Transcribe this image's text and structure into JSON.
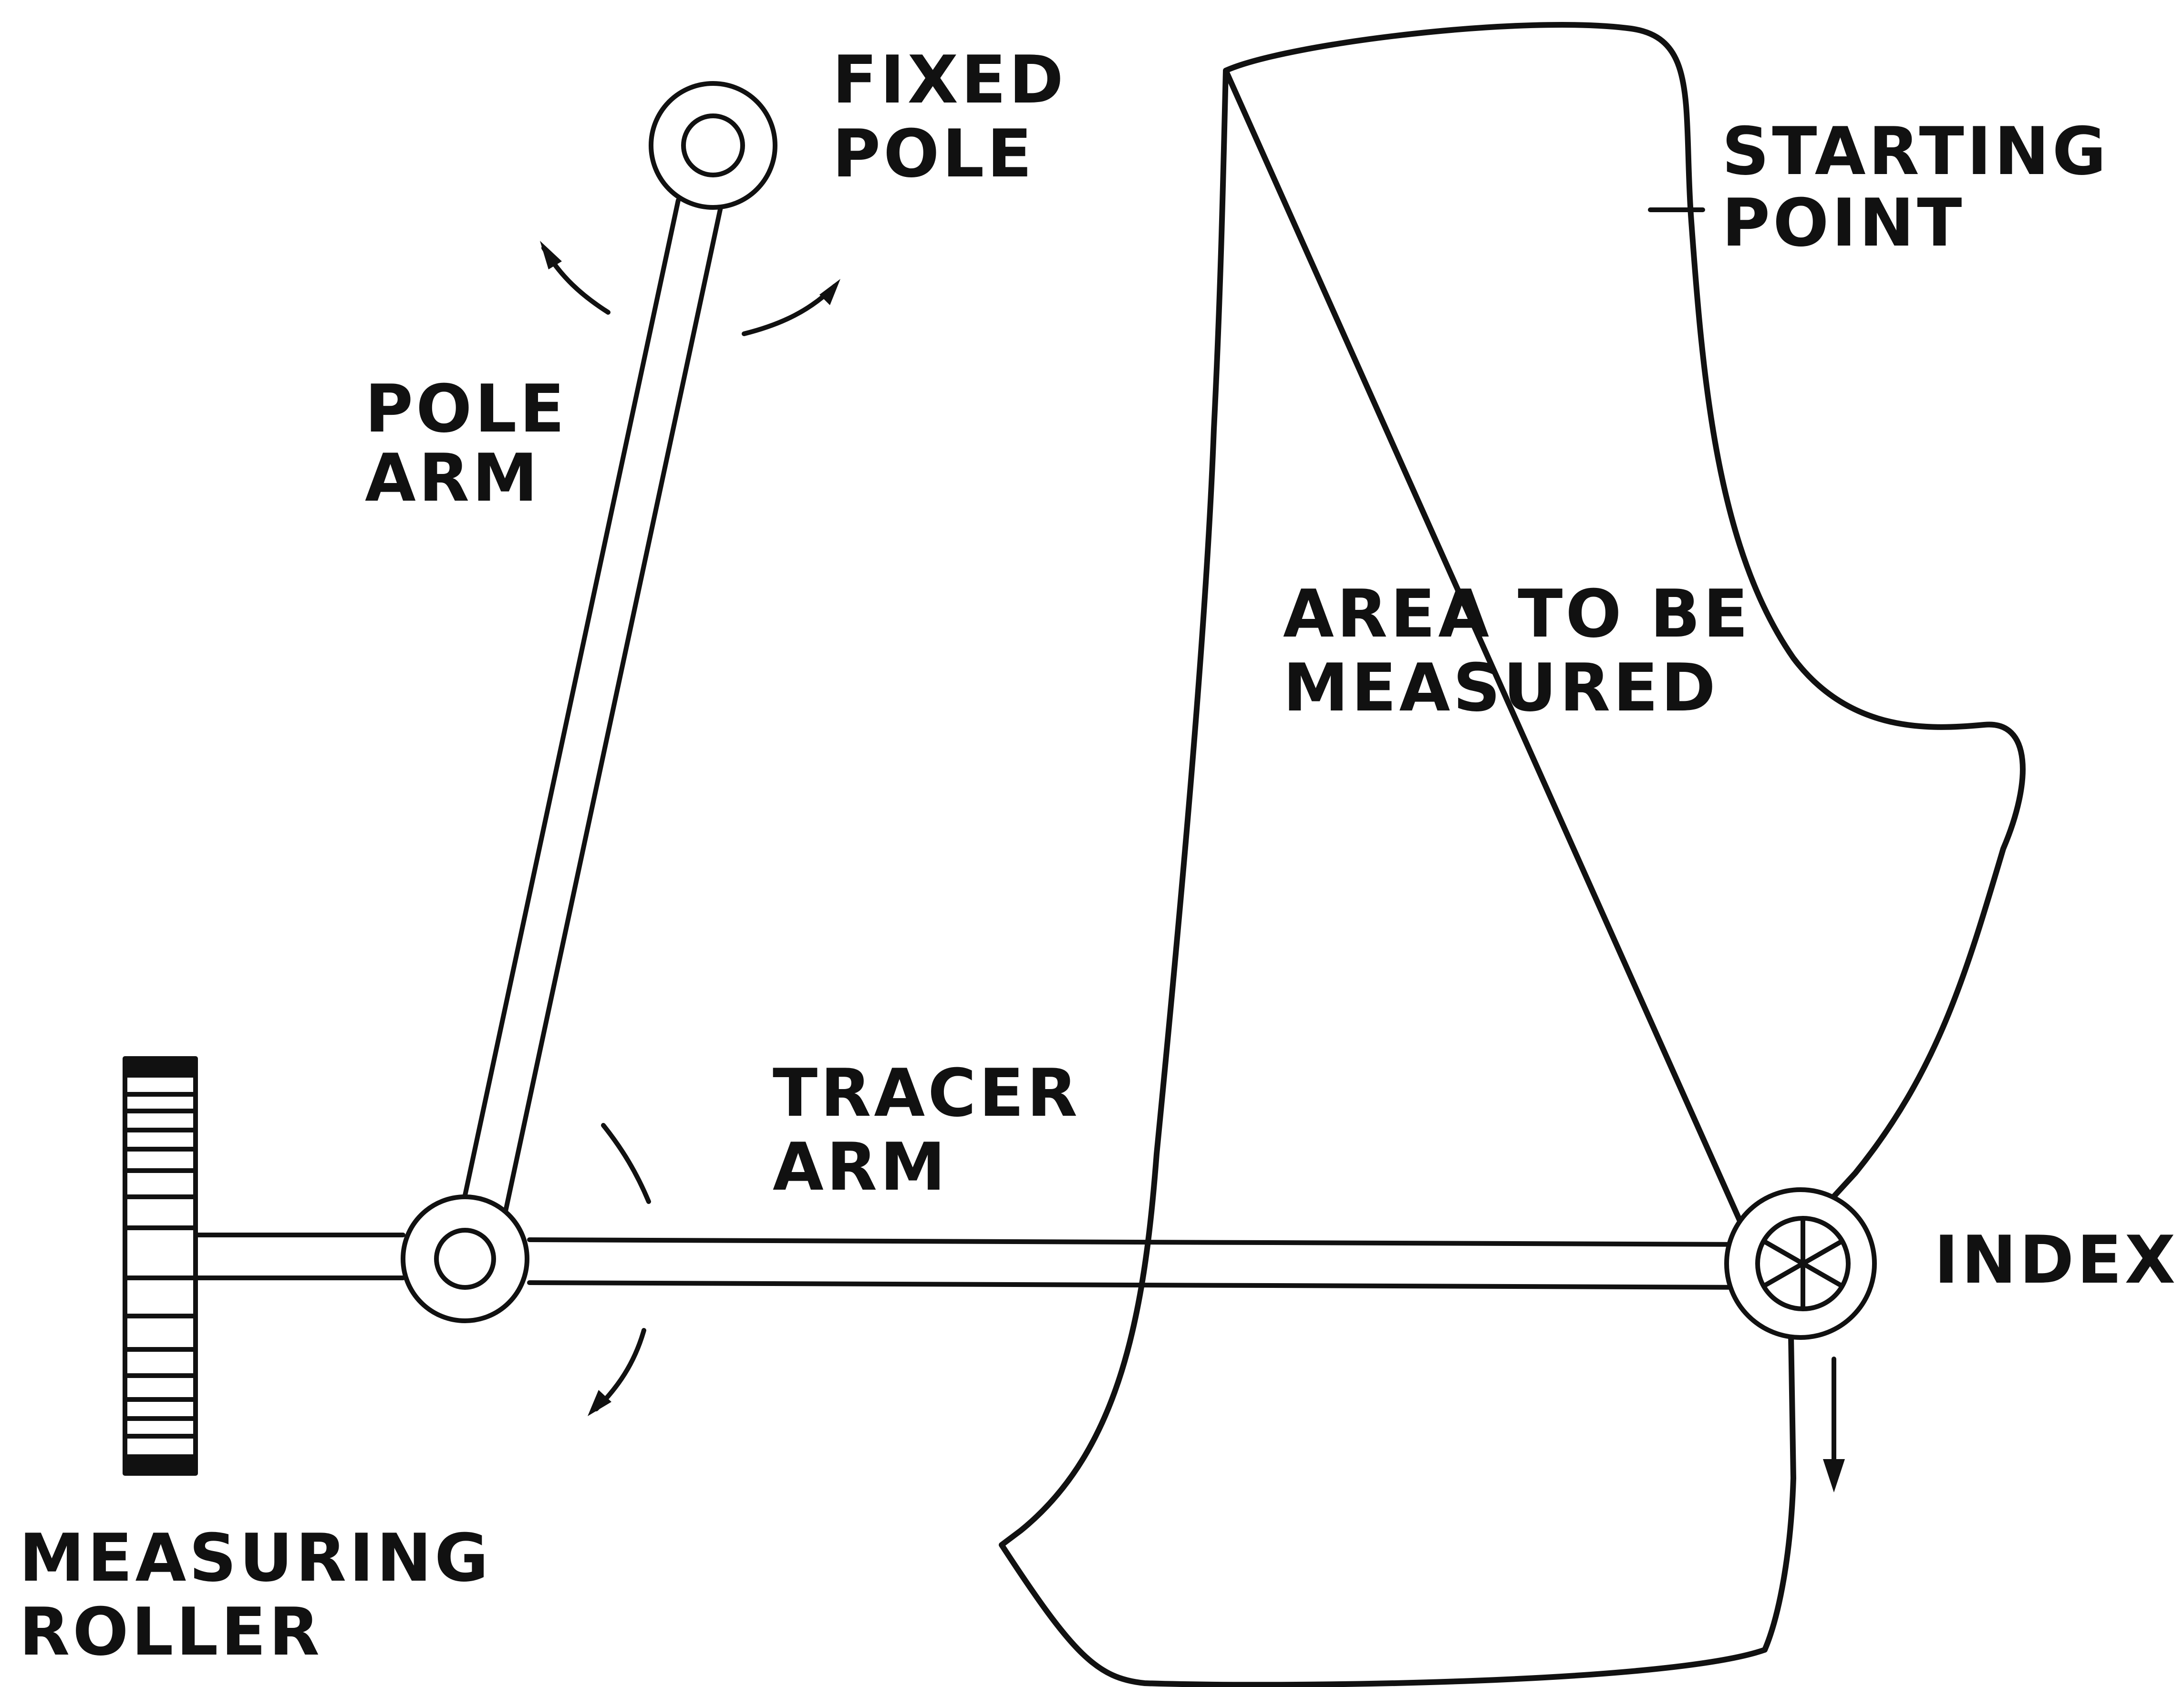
{
  "labels": {
    "fixed_pole": [
      "FIXED",
      "POLE"
    ],
    "pole_arm": [
      "POLE",
      "ARM"
    ],
    "starting_point": [
      "STARTING",
      "POINT"
    ],
    "area": [
      "AREA TO BE",
      "MEASURED"
    ],
    "tracer_arm": [
      "TRACER",
      "ARM"
    ],
    "index": [
      "INDEX"
    ],
    "measuring_roller": [
      "MEASURING",
      "ROLLER"
    ]
  },
  "colors": {
    "ink": "#111111",
    "paper": "#ffffff"
  }
}
